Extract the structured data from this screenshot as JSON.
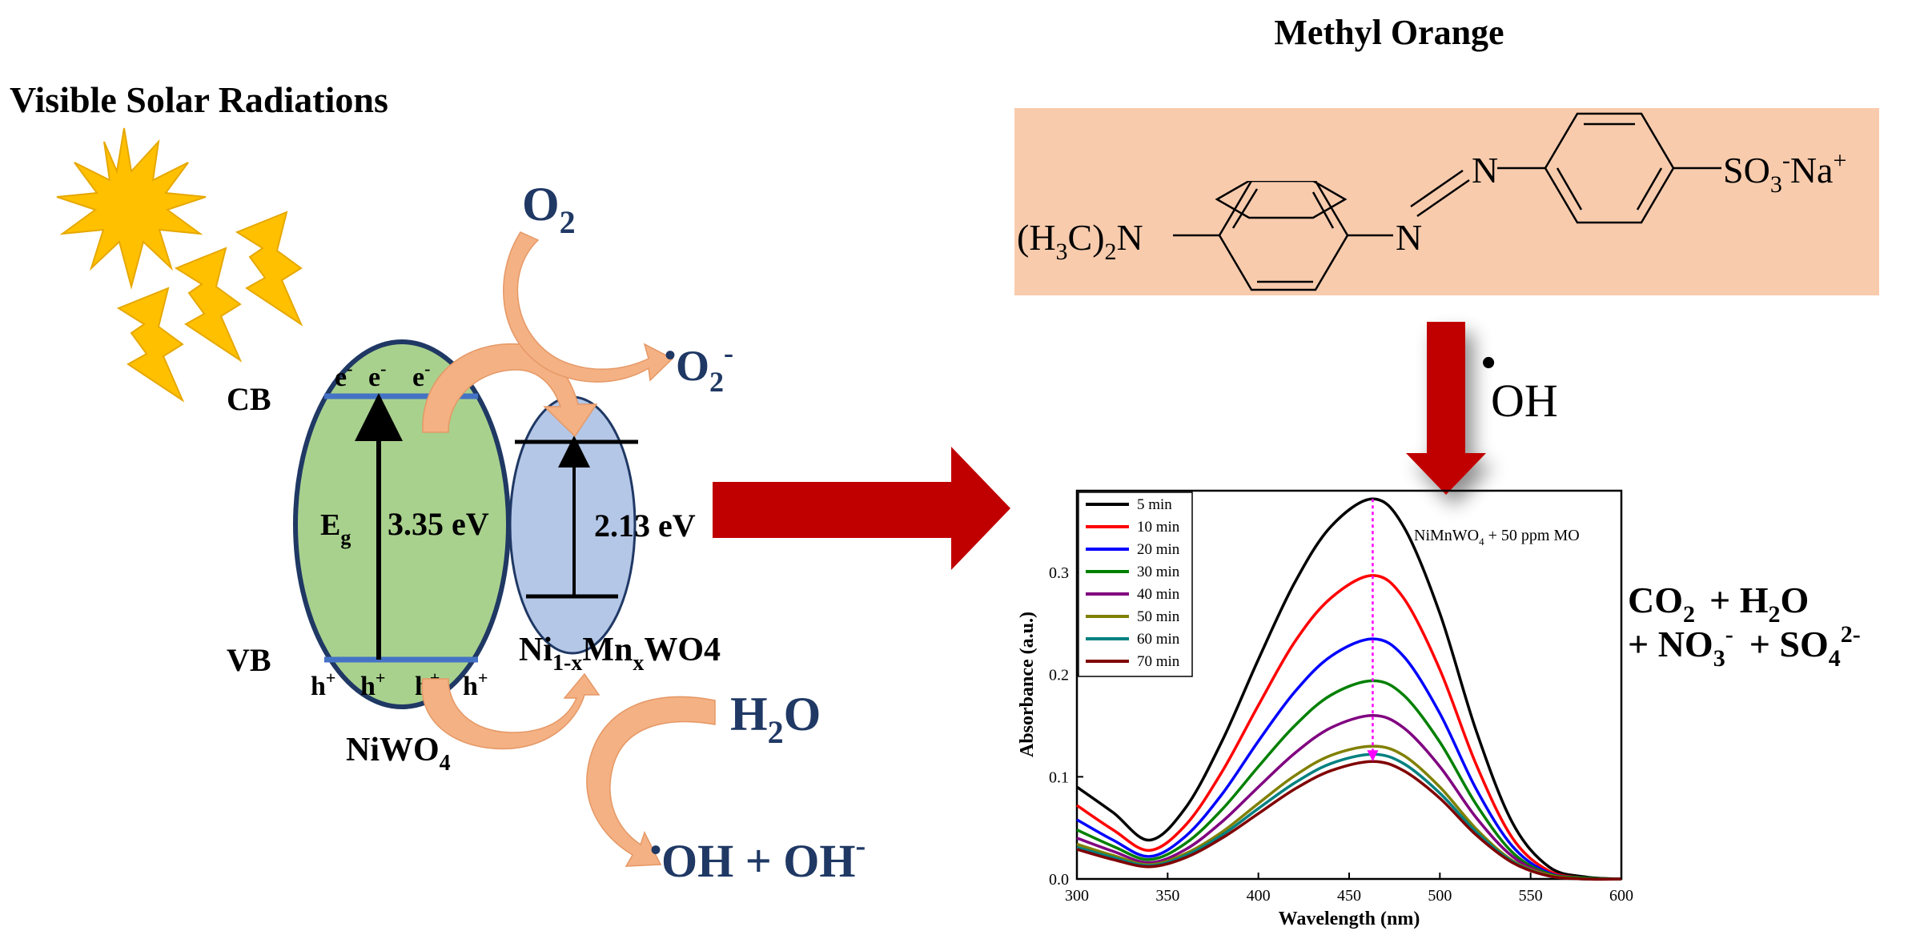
{
  "scheme": {
    "light_label": "Visible Solar Radiations",
    "cb_label": "CB",
    "vb_label": "VB",
    "electron": "e",
    "electron_sup": "-",
    "hole": "h",
    "hole_sup": "+",
    "eg_main": "E",
    "eg_sub": "g",
    "band_gap_niwo4": "3.35 eV",
    "band_gap_nimnwo4": "2.13 eV",
    "niwo4_main": "NiWO",
    "niwo4_sub": "4",
    "doped_ni": "Ni",
    "doped_sub1": "1-x",
    "doped_mn": "Mn",
    "doped_sub2": "x",
    "doped_tail": "WO4",
    "o2_main": "O",
    "o2_sub": "2",
    "superoxide_dot": "•",
    "superoxide_main": "O",
    "superoxide_sub": "2",
    "superoxide_sup": "-",
    "h2o_h": "H",
    "h2o_sub": "2",
    "h2o_o": "O",
    "hydroxyl_dot": "•",
    "hydroxyl_text": "OH + OH",
    "hydroxyl_sup": "-",
    "oh_radical_dot": "•",
    "oh_radical_text": "OH"
  },
  "molecule": {
    "title": "Methyl Orange",
    "amine_h3c": "(H",
    "amine_sub3": "3",
    "amine_c": "C)",
    "amine_sub2": "2",
    "amine_n": "N",
    "azo_n1": "N",
    "azo_n2": "N",
    "sulfonate_so": "SO",
    "sulfonate_sub": "3",
    "sulfonate_sup": "-",
    "sulfonate_na": "Na",
    "sulfonate_na_sup": "+"
  },
  "products": {
    "co2_main": "CO",
    "co2_sub": "2",
    "plus_h2o": "+ H",
    "h2o_sub": "2",
    "h2o_o": "O",
    "plus_no3": "+ NO",
    "no3_sub": "3",
    "no3_sup": "-",
    "plus_so4": "+  SO",
    "so4_sub": "4",
    "so4_sup": "2-"
  },
  "colors": {
    "band_green": "#a9d18e",
    "band_blue": "#b4c7e7",
    "ellipse_edge": "#1f3864",
    "level_blue": "#4472c4",
    "arrow_salmon": "#f4b183",
    "big_arrow_red": "#c00000",
    "sun_yellow": "#ffc000",
    "molecule_bg": "#f8cbad",
    "species_navy": "#1f3864"
  },
  "chart_data": {
    "type": "line",
    "annotation_main": "NiMnWO",
    "annotation_sub": "4",
    "annotation_tail": " + 50 ppm MO",
    "xlabel": "Wavelength (nm)",
    "ylabel": "Absorbance (a.u.)",
    "xlim": [
      300,
      600
    ],
    "ylim": [
      0,
      0.38
    ],
    "xticks": [
      300,
      350,
      400,
      450,
      500,
      550,
      600
    ],
    "yticks": [
      0.0,
      0.1,
      0.2,
      0.3
    ],
    "xtick_labels": [
      "300",
      "350",
      "400",
      "450",
      "500",
      "550",
      "600"
    ],
    "ytick_labels": [
      "0.0",
      "0.1",
      "0.2",
      "0.3"
    ],
    "grid": false,
    "legend_position": "top-left",
    "peak_marker_x": 463,
    "x": [
      300,
      320,
      340,
      360,
      380,
      400,
      420,
      440,
      463,
      480,
      500,
      520,
      540,
      560,
      580,
      600
    ],
    "series": [
      {
        "name": "5 min",
        "color": "#000000",
        "values": [
          0.09,
          0.065,
          0.038,
          0.07,
          0.135,
          0.215,
          0.29,
          0.345,
          0.372,
          0.345,
          0.26,
          0.145,
          0.055,
          0.012,
          0.002,
          0.0
        ]
      },
      {
        "name": "10  min",
        "color": "#ff0000",
        "values": [
          0.072,
          0.048,
          0.028,
          0.053,
          0.105,
          0.17,
          0.232,
          0.275,
          0.297,
          0.275,
          0.205,
          0.112,
          0.04,
          0.008,
          0.001,
          0.0
        ]
      },
      {
        "name": "20 min",
        "color": "#0000ff",
        "values": [
          0.058,
          0.038,
          0.022,
          0.042,
          0.083,
          0.135,
          0.183,
          0.218,
          0.235,
          0.218,
          0.162,
          0.088,
          0.032,
          0.006,
          0.001,
          0.0
        ]
      },
      {
        "name": "30 min",
        "color": "#008000",
        "values": [
          0.048,
          0.032,
          0.019,
          0.035,
          0.068,
          0.11,
          0.15,
          0.18,
          0.194,
          0.18,
          0.134,
          0.073,
          0.026,
          0.005,
          0.001,
          0.0
        ]
      },
      {
        "name": "40 min",
        "color": "#800080",
        "values": [
          0.04,
          0.027,
          0.016,
          0.029,
          0.056,
          0.09,
          0.123,
          0.148,
          0.16,
          0.148,
          0.11,
          0.06,
          0.022,
          0.004,
          0.0,
          0.0
        ]
      },
      {
        "name": "50 min",
        "color": "#808000",
        "values": [
          0.034,
          0.023,
          0.014,
          0.025,
          0.046,
          0.074,
          0.101,
          0.121,
          0.13,
          0.121,
          0.09,
          0.049,
          0.018,
          0.004,
          0.0,
          0.0
        ]
      },
      {
        "name": "60 min",
        "color": "#008080",
        "values": [
          0.031,
          0.021,
          0.013,
          0.023,
          0.043,
          0.069,
          0.094,
          0.113,
          0.122,
          0.113,
          0.084,
          0.046,
          0.017,
          0.003,
          0.0,
          0.0
        ]
      },
      {
        "name": "70 min",
        "color": "#800000",
        "values": [
          0.029,
          0.019,
          0.012,
          0.021,
          0.04,
          0.064,
          0.088,
          0.106,
          0.115,
          0.106,
          0.079,
          0.043,
          0.016,
          0.003,
          0.0,
          0.0
        ]
      }
    ]
  }
}
